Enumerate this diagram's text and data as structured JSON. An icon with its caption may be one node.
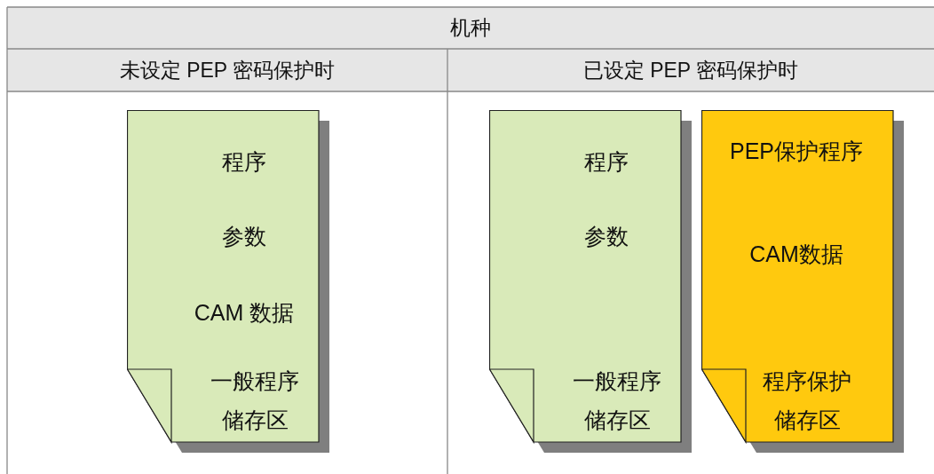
{
  "diagram": {
    "nodes": [
      {
        "text": [
          "程序",
          "参数",
          "CAM 数据",
          "一般程序储存区"
        ]
      },
      {
        "text": [
          "程序",
          "参数",
          "一般程序储存区"
        ]
      },
      {
        "text": [
          "PEP保护程序",
          "CAM数据",
          "程序保护储存区"
        ]
      }
    ],
    "labels": [
      "机种",
      "未设定 PEP 密码保护时",
      "已设定 PEP 密码保护时"
    ]
  }
}
